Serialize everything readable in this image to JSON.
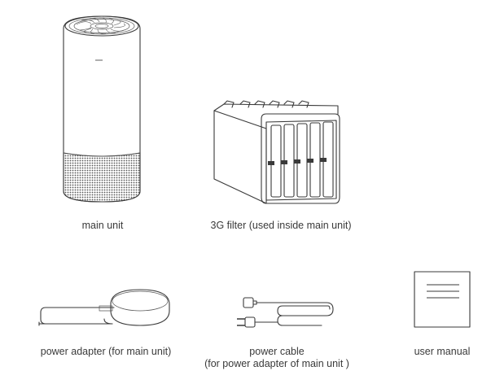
{
  "items": [
    {
      "label": "main unit"
    },
    {
      "label": "3G filter (used inside main unit)"
    },
    {
      "label": "power adapter (for main unit)"
    },
    {
      "label_line1": "power cable",
      "label_line2": "(for power adapter of main unit )"
    },
    {
      "label": "user manual"
    }
  ]
}
